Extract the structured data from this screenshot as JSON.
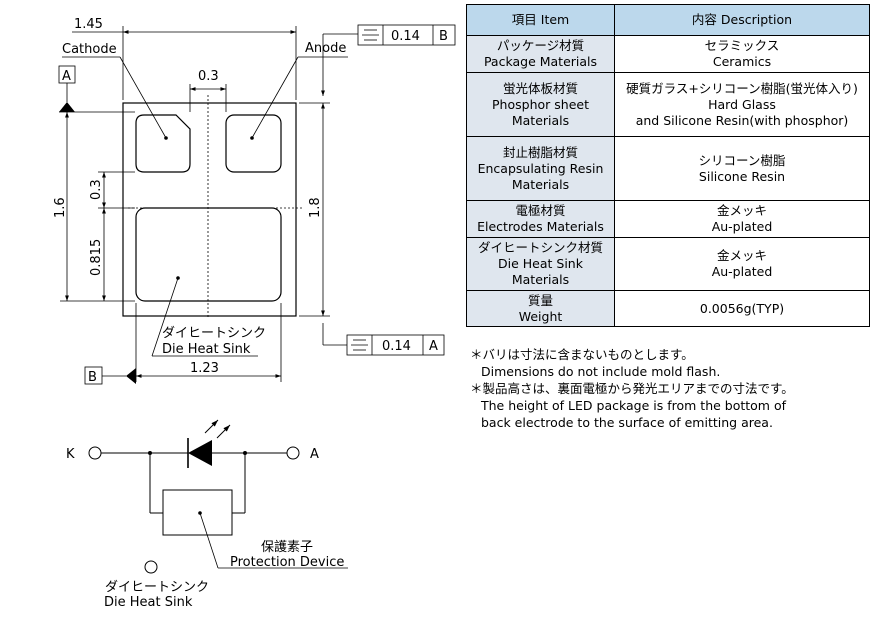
{
  "dims": {
    "top_width": "1.45",
    "gap": "0.3",
    "height_left": "1.6",
    "upper_pad": "0.3",
    "lower_pad": "0.815",
    "height_right": "1.8",
    "bottom_width": "1.23"
  },
  "labels": {
    "cathode": "Cathode",
    "anode": "Anode",
    "heat_sink_jp": "ダイヒートシンク",
    "heat_sink_en": "Die Heat Sink"
  },
  "datums": {
    "a": "A",
    "b": "B",
    "tol_top": {
      "value": "0.14",
      "ref": "B"
    },
    "tol_bottom": {
      "value": "0.14",
      "ref": "A"
    }
  },
  "circuit": {
    "k": "K",
    "a": "A",
    "protection_jp": "保護素子",
    "protection_en": "Protection Device",
    "sink_jp": "ダイヒートシンク",
    "sink_en": "Die Heat Sink"
  },
  "table": {
    "header_item": "項目 Item",
    "header_desc": "内容 Description",
    "rows": [
      {
        "item": [
          "パッケージ材質",
          "Package Materials"
        ],
        "desc": [
          "セラミックス",
          "Ceramics"
        ]
      },
      {
        "item": [
          "蛍光体板材質",
          "Phosphor sheet",
          "Materials"
        ],
        "desc": [
          "硬質ガラス+シリコーン樹脂(蛍光体入り)",
          "Hard Glass",
          "and Silicone Resin(with phosphor)"
        ]
      },
      {
        "item": [
          "封止樹脂材質",
          "Encapsulating Resin",
          "Materials"
        ],
        "desc": [
          "シリコーン樹脂",
          "Silicone Resin"
        ]
      },
      {
        "item": [
          "電極材質",
          "Electrodes Materials"
        ],
        "desc": [
          "金メッキ",
          "Au-plated"
        ]
      },
      {
        "item": [
          "ダイヒートシンク材質",
          "Die Heat Sink",
          "Materials"
        ],
        "desc": [
          "金メッキ",
          "Au-plated"
        ]
      },
      {
        "item": [
          "質量",
          "Weight"
        ],
        "desc": [
          "0.0056g(TYP)"
        ]
      }
    ]
  },
  "notes": [
    "＊バリは寸法に含まないものとします。",
    "Dimensions do not include mold flash.",
    "＊製品高さは、裏面電極から発光エリアまでの寸法です。",
    "The height of LED package is from the bottom of",
    "back electrode to the surface of emitting area."
  ]
}
